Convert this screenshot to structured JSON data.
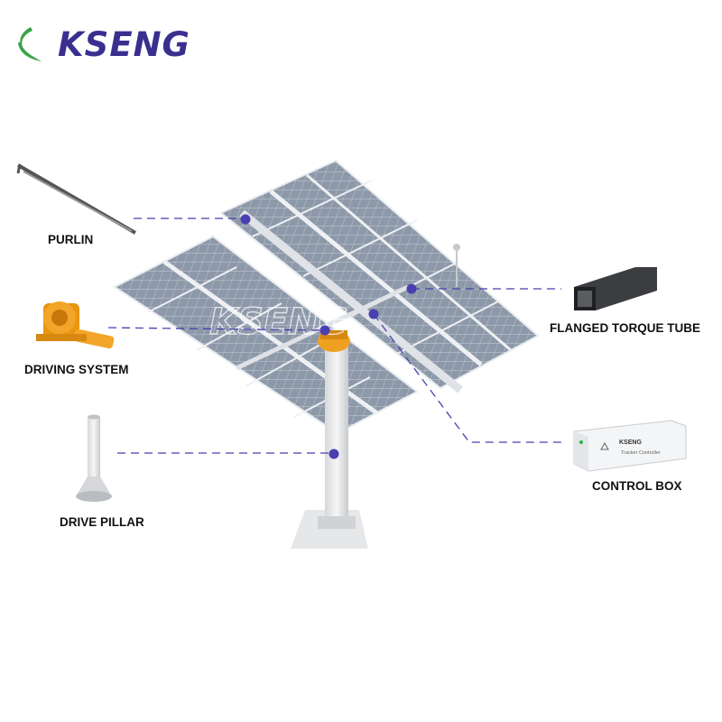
{
  "brand": {
    "name": "KSENG",
    "color": "#3a2f8f",
    "leaf_color": "#3aa34a"
  },
  "components": [
    {
      "id": "purlin",
      "label": "PURLIN",
      "icon": "purlin-icon"
    },
    {
      "id": "driving",
      "label": "DRIVING SYSTEM",
      "icon": "slewing-drive-icon"
    },
    {
      "id": "pillar",
      "label": "DRIVE PILLAR",
      "icon": "drive-pillar-icon"
    },
    {
      "id": "torque",
      "label": "FLANGED TORQUE TUBE",
      "icon": "torque-tube-icon"
    },
    {
      "id": "control",
      "label": "CONTROL BOX",
      "icon": "control-box-icon"
    }
  ],
  "control_box": {
    "brand": "KSENG",
    "caption": "Tracker Controller"
  },
  "colors": {
    "callout_dot": "#4a3fb0",
    "callout_line": "#4a3fb0",
    "drive_orange": "#f0a020",
    "panel": "#8a96a6"
  }
}
